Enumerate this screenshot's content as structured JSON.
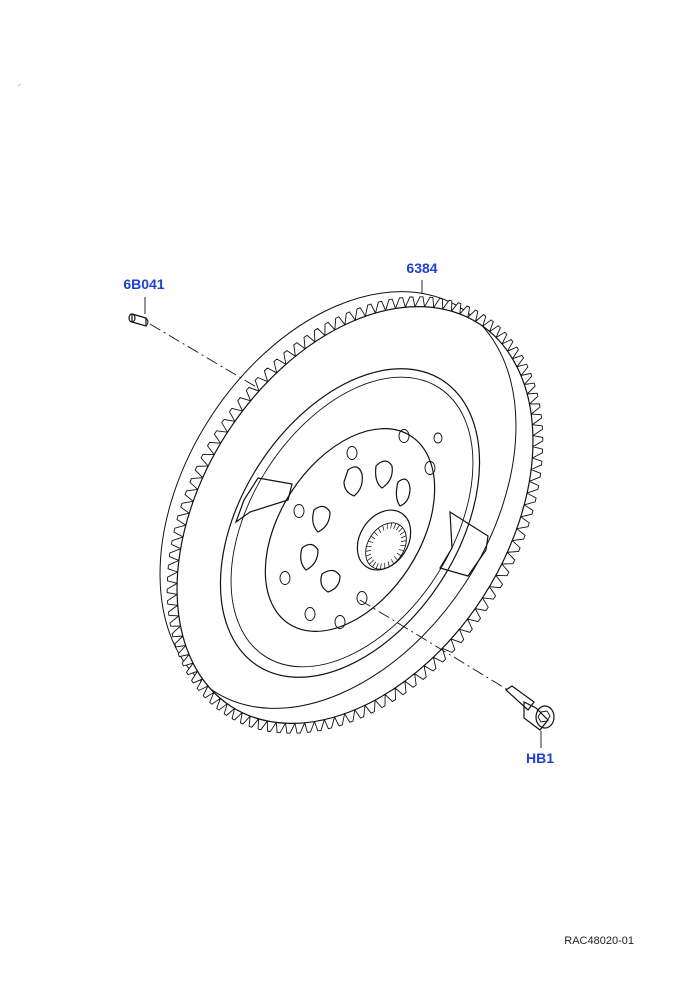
{
  "diagram": {
    "callouts": {
      "pin": "6B041",
      "flywheel": "6384",
      "bolt": "HB1"
    },
    "reference_code": "RAC48020-01",
    "colors": {
      "callout_text": "#1f3fd6",
      "line": "#111111",
      "background": "#ffffff"
    }
  }
}
